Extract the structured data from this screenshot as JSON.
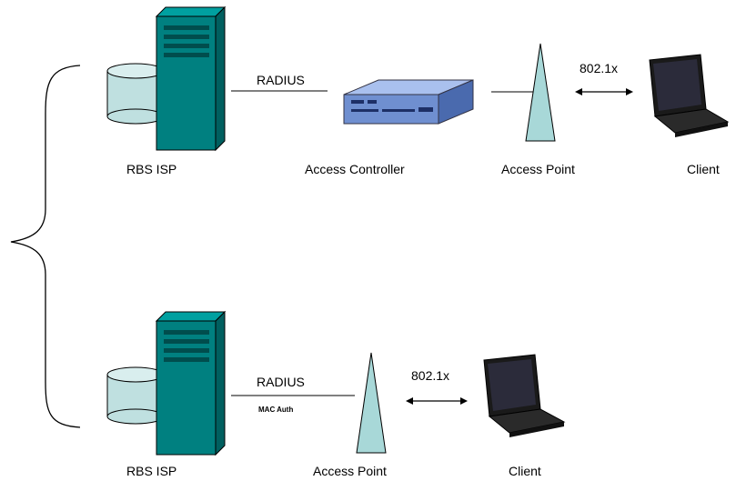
{
  "top_row": {
    "server_label": "RBS ISP",
    "protocol_label": "RADIUS",
    "controller_label": "Access Controller",
    "ap_label": "Access Point",
    "auth_label": "802.1x",
    "client_label": "Client"
  },
  "bottom_row": {
    "server_label": "RBS ISP",
    "protocol_label": "RADIUS",
    "mac_auth_label": "MAC Auth",
    "ap_label": "Access Point",
    "auth_label": "802.1x",
    "client_label": "Client"
  },
  "colors": {
    "server_body": "#008080",
    "server_dark": "#005f5f",
    "disk": "#bfe0e0",
    "antenna": "#a8d8d8",
    "controller": "#6f8fd0",
    "laptop": "#1a1a1a"
  }
}
